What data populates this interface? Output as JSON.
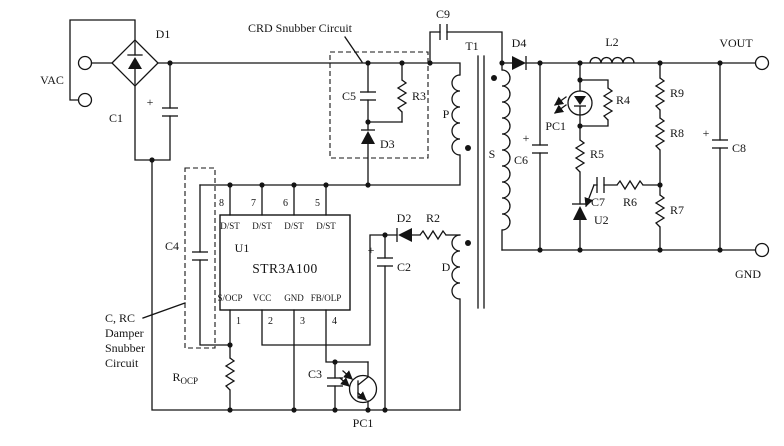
{
  "labels": {
    "vac": "VAC",
    "d1": "D1",
    "c1": "C1",
    "plus": "+",
    "c4": "C4",
    "c3": "C3",
    "c5": "C5",
    "r3": "R3",
    "d3": "D3",
    "rocp_r": "R",
    "rocp_sub": "OCP",
    "pc1": "PC1",
    "crd_title": "CRD Snubber Circuit",
    "damper_l1": "C, RC",
    "damper_l2": "Damper",
    "damper_l3": "Snubber",
    "damper_l4": "Circuit",
    "c9": "C9",
    "t1": "T1",
    "p": "P",
    "s": "S",
    "d": "D",
    "d2": "D2",
    "r2": "R2",
    "c2": "C2",
    "d4": "D4",
    "l2": "L2",
    "vout": "VOUT",
    "gnd": "GND",
    "c6": "C6",
    "r4": "R4",
    "r5": "R5",
    "r9": "R9",
    "r8": "R8",
    "r7": "R7",
    "c7": "C7",
    "r6": "R6",
    "u2": "U2",
    "c8": "C8"
  },
  "ic": {
    "designator": "U1",
    "part": "STR3A100",
    "top_pins": [
      {
        "num": "8",
        "label": "D/ST"
      },
      {
        "num": "7",
        "label": "D/ST"
      },
      {
        "num": "6",
        "label": "D/ST"
      },
      {
        "num": "5",
        "label": "D/ST"
      }
    ],
    "bottom_pins": [
      {
        "num": "1",
        "label": "S/OCP"
      },
      {
        "num": "2",
        "label": "VCC"
      },
      {
        "num": "3",
        "label": "GND"
      },
      {
        "num": "4",
        "label": "FB/OLP"
      }
    ]
  },
  "colors": {
    "line": "#141414",
    "background": "#ffffff"
  }
}
